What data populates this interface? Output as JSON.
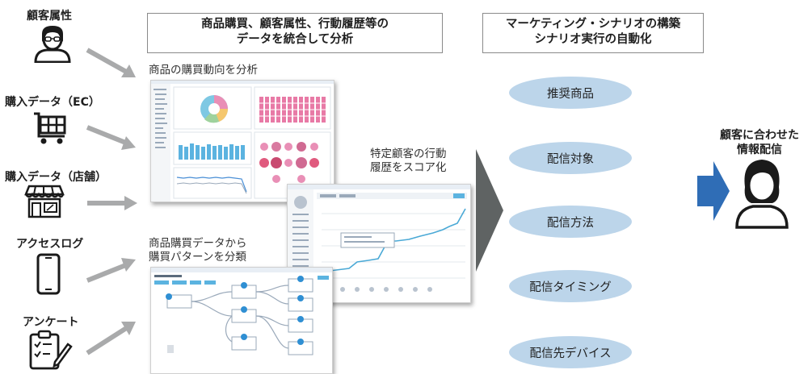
{
  "sources": [
    {
      "label": "顧客属性",
      "icon": "person-icon"
    },
    {
      "label": "購入データ（EC）",
      "icon": "shopping-cart-icon"
    },
    {
      "label": "購入データ（店舗）",
      "icon": "store-icon"
    },
    {
      "label": "アクセスログ",
      "icon": "smartphone-icon"
    },
    {
      "label": "アンケート",
      "icon": "clipboard-icon"
    }
  ],
  "analysis_header": {
    "line1": "商品購買、顧客属性、行動履歴等の",
    "line2": "データを統合して分析"
  },
  "marketing_header": {
    "line1": "マーケティング・シナリオの構築",
    "line2": "シナリオ実行の自動化"
  },
  "captions": {
    "trend": "商品の購買動向を分析",
    "score_line1": "特定顧客の行動",
    "score_line2": "履歴をスコア化",
    "pattern_line1": "商品購買データから",
    "pattern_line2": "購買パターンを分類"
  },
  "scenario_items": [
    "推奨商品",
    "配信対象",
    "配信方法",
    "配信タイミング",
    "配信先デバイス"
  ],
  "result": {
    "line1": "顧客に合わせた",
    "line2": "情報配信",
    "icon": "person-icon"
  },
  "colors": {
    "pill": "#bcd5ea",
    "big_arrow": "#5f6363",
    "blue_arrow": "#2f6db6",
    "gray_arrow": "#a9aaab"
  }
}
